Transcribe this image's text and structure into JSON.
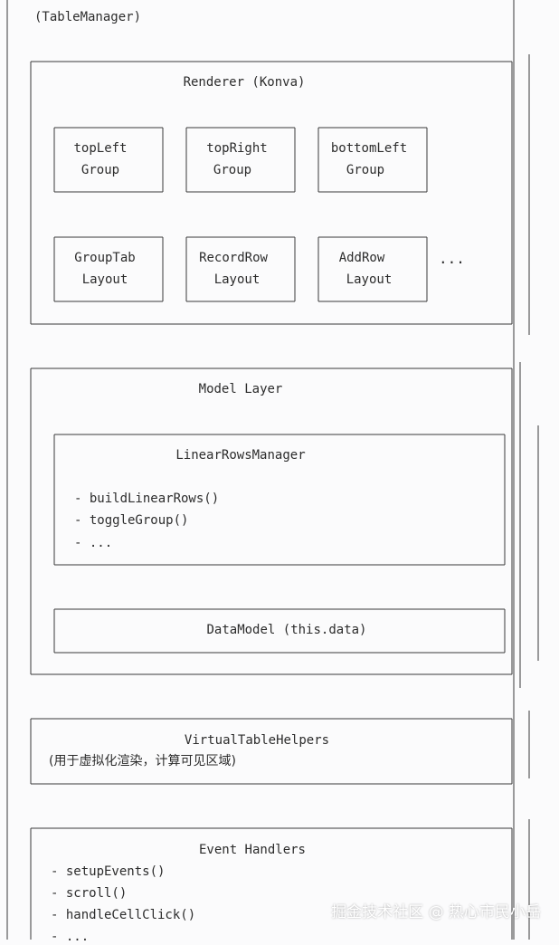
{
  "outer": {
    "title": "(TableManager)"
  },
  "renderer": {
    "title": "Renderer (Konva)",
    "groups": [
      {
        "line1": "topLeft",
        "line2": "Group"
      },
      {
        "line1": "topRight",
        "line2": "Group"
      },
      {
        "line1": "bottomLeft",
        "line2": "Group"
      }
    ],
    "layouts": [
      {
        "line1": "GroupTab",
        "line2": "Layout"
      },
      {
        "line1": "RecordRow",
        "line2": "Layout"
      },
      {
        "line1": "AddRow",
        "line2": "Layout"
      }
    ],
    "more": "..."
  },
  "model": {
    "title": "Model Layer",
    "linear": {
      "title": "LinearRowsManager",
      "methods": [
        "- buildLinearRows()",
        "- toggleGroup()",
        "- ..."
      ]
    },
    "datamodel": {
      "title": "DataModel (this.data)"
    }
  },
  "virtual": {
    "title": "VirtualTableHelpers",
    "note": "(用于虚拟化渲染，计算可见区域)"
  },
  "events": {
    "title": "Event Handlers",
    "methods": [
      "- setupEvents()",
      "- scroll()",
      "- handleCellClick()",
      "- ..."
    ]
  },
  "watermark": "掘金技术社区 @ 热心市民小岳"
}
